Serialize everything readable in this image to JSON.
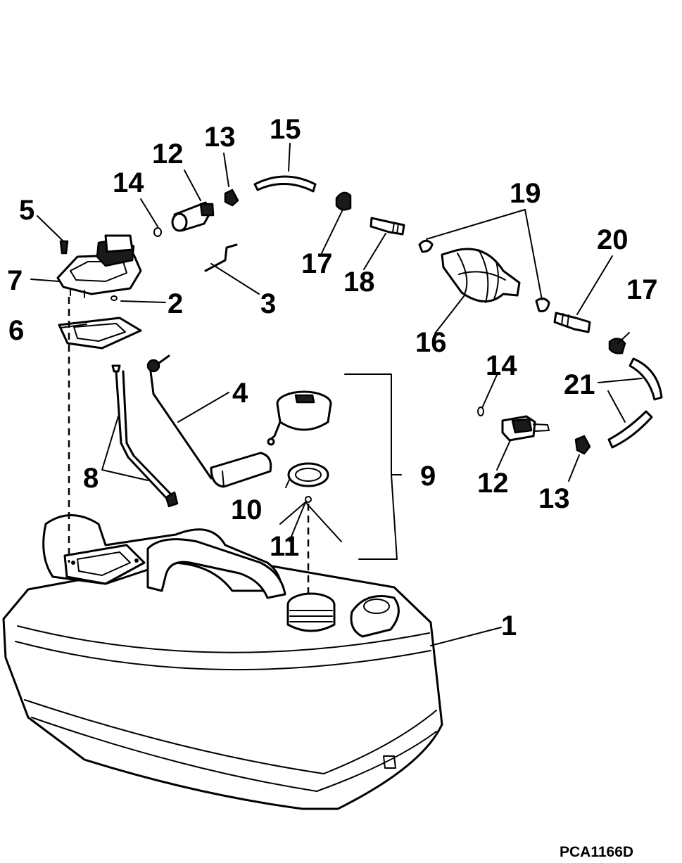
{
  "callouts": {
    "c1": "1",
    "c2": "2",
    "c3": "3",
    "c4": "4",
    "c5": "5",
    "c6": "6",
    "c7": "7",
    "c8": "8",
    "c9": "9",
    "c10": "10",
    "c11": "11",
    "c12a": "12",
    "c12b": "12",
    "c13a": "13",
    "c13b": "13",
    "c14a": "14",
    "c14b": "14",
    "c15": "15",
    "c16": "16",
    "c17a": "17",
    "c17b": "17",
    "c18": "18",
    "c19": "19",
    "c20": "20",
    "c21": "21"
  },
  "drawing_code": "PCA1166D"
}
